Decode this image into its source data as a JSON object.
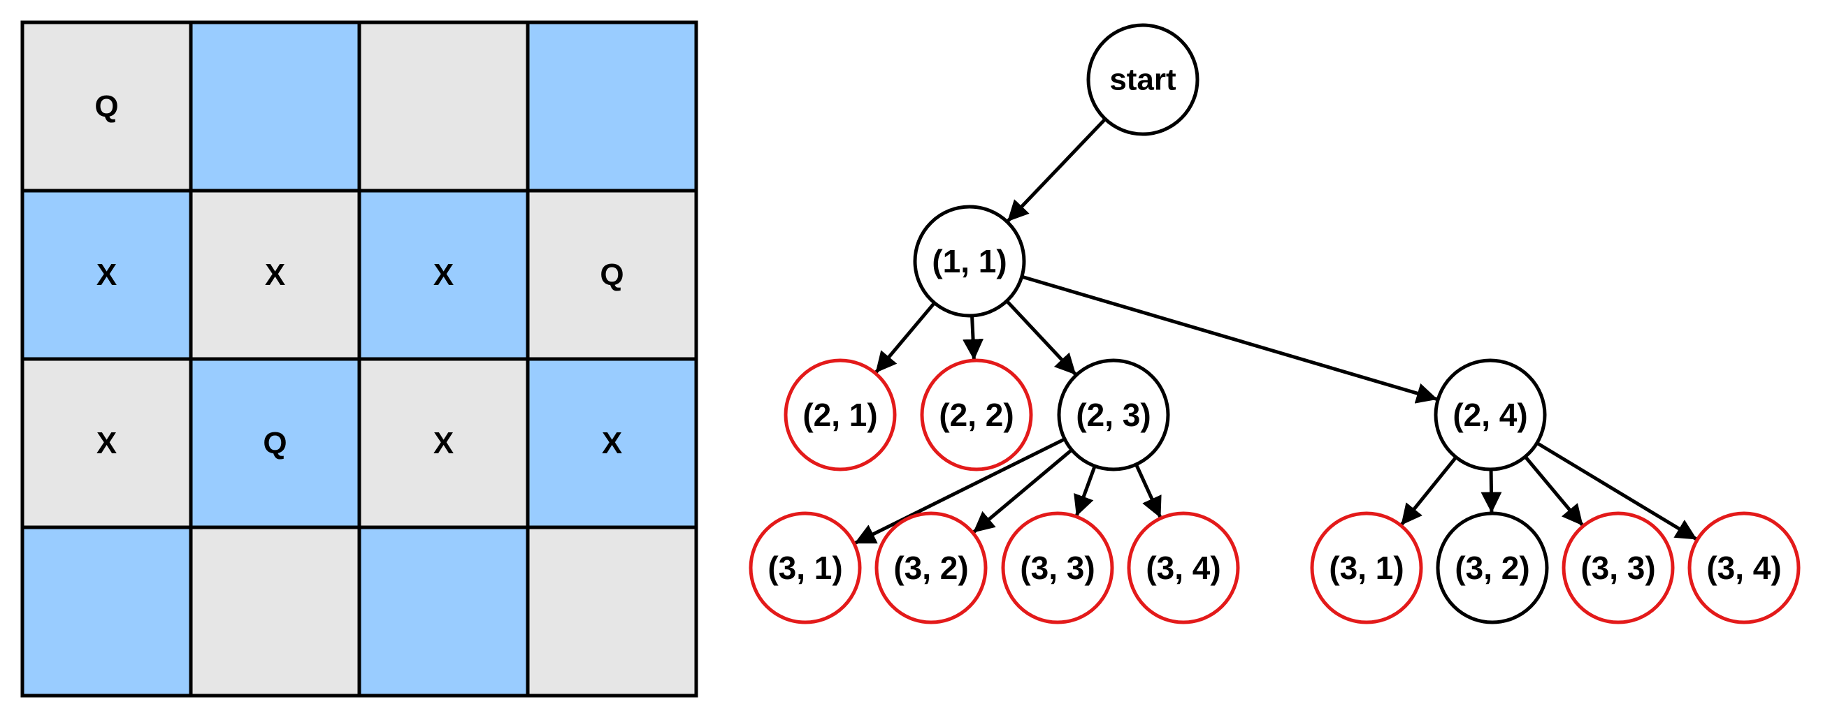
{
  "board": {
    "cells": [
      [
        {
          "text": "Q",
          "shade": "gray"
        },
        {
          "text": "",
          "shade": "blue"
        },
        {
          "text": "",
          "shade": "gray"
        },
        {
          "text": "",
          "shade": "blue"
        }
      ],
      [
        {
          "text": "X",
          "shade": "blue"
        },
        {
          "text": "X",
          "shade": "gray"
        },
        {
          "text": "X",
          "shade": "blue"
        },
        {
          "text": "Q",
          "shade": "gray"
        }
      ],
      [
        {
          "text": "X",
          "shade": "gray"
        },
        {
          "text": "Q",
          "shade": "blue"
        },
        {
          "text": "X",
          "shade": "gray"
        },
        {
          "text": "X",
          "shade": "blue"
        }
      ],
      [
        {
          "text": "",
          "shade": "blue"
        },
        {
          "text": "",
          "shade": "gray"
        },
        {
          "text": "",
          "shade": "blue"
        },
        {
          "text": "",
          "shade": "gray"
        }
      ]
    ]
  },
  "tree": {
    "nodes": [
      {
        "id": "start",
        "label": "start",
        "status": "ok"
      },
      {
        "id": "n11",
        "label": "(1, 1)",
        "status": "ok"
      },
      {
        "id": "n21",
        "label": "(2, 1)",
        "status": "conflict"
      },
      {
        "id": "n22",
        "label": "(2, 2)",
        "status": "conflict"
      },
      {
        "id": "n23",
        "label": "(2, 3)",
        "status": "ok"
      },
      {
        "id": "n24",
        "label": "(2, 4)",
        "status": "ok"
      },
      {
        "id": "n23_31",
        "label": "(3, 1)",
        "status": "conflict"
      },
      {
        "id": "n23_32",
        "label": "(3, 2)",
        "status": "conflict"
      },
      {
        "id": "n23_33",
        "label": "(3, 3)",
        "status": "conflict"
      },
      {
        "id": "n23_34",
        "label": "(3, 4)",
        "status": "conflict"
      },
      {
        "id": "n24_31",
        "label": "(3, 1)",
        "status": "conflict"
      },
      {
        "id": "n24_32",
        "label": "(3, 2)",
        "status": "ok"
      },
      {
        "id": "n24_33",
        "label": "(3, 3)",
        "status": "conflict"
      },
      {
        "id": "n24_34",
        "label": "(3, 4)",
        "status": "conflict"
      }
    ],
    "edges": [
      [
        "start",
        "n11"
      ],
      [
        "n11",
        "n21"
      ],
      [
        "n11",
        "n22"
      ],
      [
        "n11",
        "n23"
      ],
      [
        "n11",
        "n24"
      ],
      [
        "n23",
        "n23_31"
      ],
      [
        "n23",
        "n23_32"
      ],
      [
        "n23",
        "n23_33"
      ],
      [
        "n23",
        "n23_34"
      ],
      [
        "n24",
        "n24_31"
      ],
      [
        "n24",
        "n24_32"
      ],
      [
        "n24",
        "n24_33"
      ],
      [
        "n24",
        "n24_34"
      ]
    ]
  },
  "colors": {
    "blue": "#99ccff",
    "gray": "#e6e6e6",
    "ok": "#000000",
    "conflict": "#e31a1a",
    "line": "#000000"
  }
}
